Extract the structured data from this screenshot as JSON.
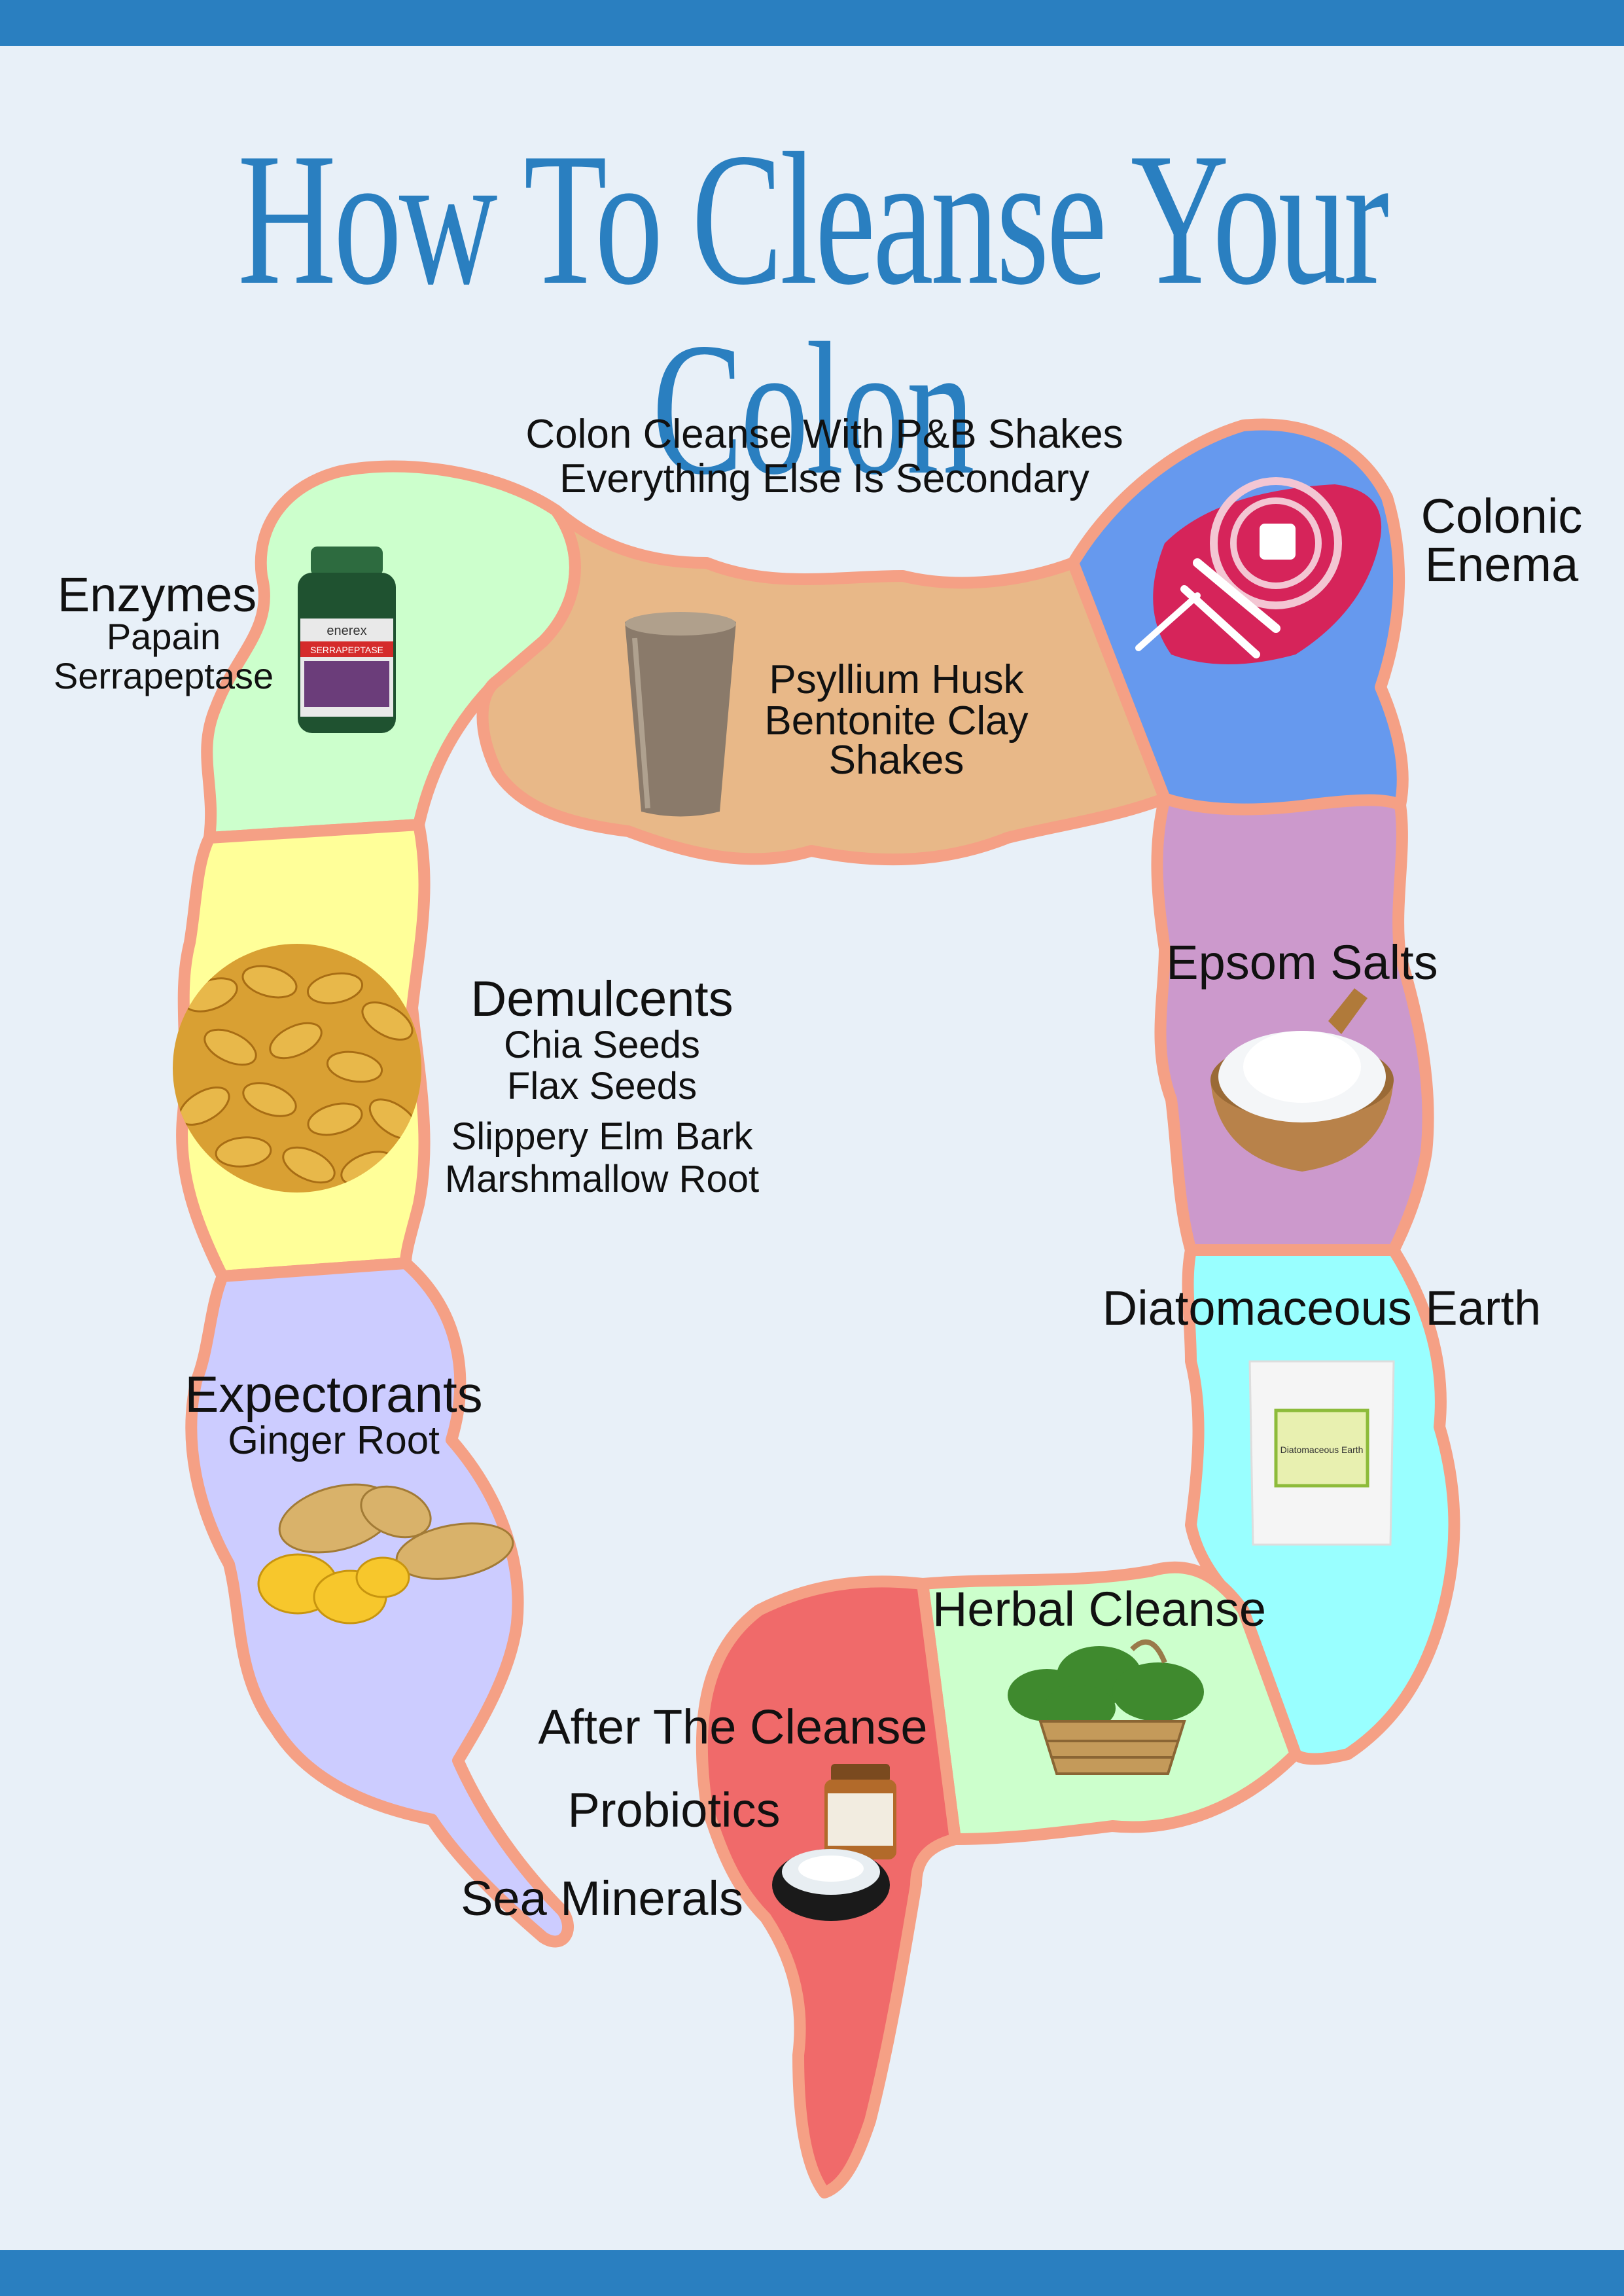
{
  "title": "How To Cleanse Your Colon",
  "colors": {
    "accent": "#2a7fc0",
    "background": "#e8f0f8",
    "outline": "#f5a085"
  },
  "intro": {
    "line1": "Colon Cleanse With P&B Shakes",
    "line2": "Everything Else Is Secondary"
  },
  "sections": {
    "enzymes": {
      "heading": "Enzymes",
      "items": [
        "Papain",
        "Serrapeptase"
      ],
      "image": "supplement-bottle-icon",
      "bottle_brand": "enerex",
      "bottle_label": "SERRAPEPTASE"
    },
    "shakes": {
      "items": [
        "Psyllium Husk",
        "Bentonite Clay",
        "Shakes"
      ],
      "image": "shake-glass-icon"
    },
    "colonic": {
      "items": [
        "Colonic",
        "Enema"
      ],
      "image": "enema-bag-icon"
    },
    "demulcents": {
      "heading": "Demulcents",
      "items": [
        "Chia Seeds",
        "Flax Seeds",
        "Slippery Elm Bark",
        "Marshmallow Root"
      ],
      "image": "flax-seeds-icon"
    },
    "epsom": {
      "heading": "Epsom Salts",
      "image": "salt-bowl-icon"
    },
    "diatomaceous": {
      "heading": "Diatomaceous Earth",
      "image": "powder-bag-icon",
      "bag_label": "Diatomaceous Earth"
    },
    "expectorants": {
      "heading": "Expectorants",
      "items": [
        "Ginger Root"
      ],
      "image": "ginger-root-icon"
    },
    "herbal": {
      "heading": "Herbal Cleanse",
      "image": "herb-basket-icon"
    },
    "after": {
      "heading": "After The Cleanse",
      "items": [
        "Probiotics",
        "Sea Minerals"
      ],
      "image": "probiotic-jar-icon"
    }
  }
}
